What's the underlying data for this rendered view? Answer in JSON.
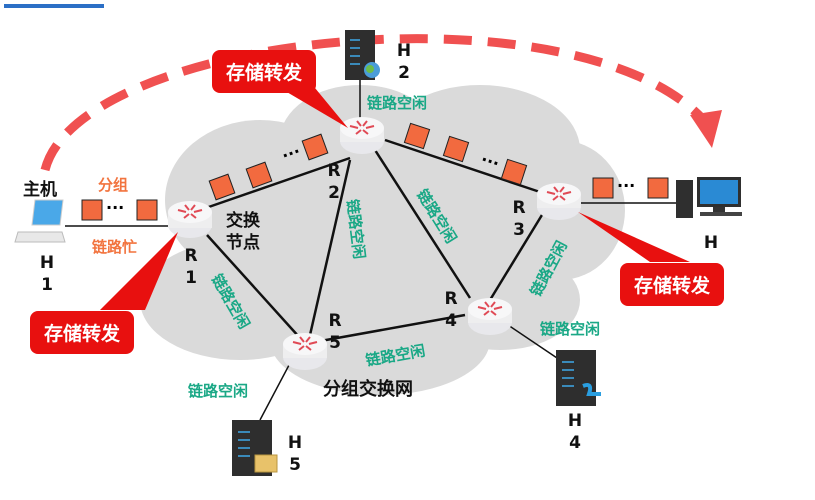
{
  "title_bar_color": "#2b6fc6",
  "colors": {
    "accent_red": "#e8100f",
    "dash_red": "#f05050",
    "packet": "#f26a3f",
    "green_text": "#1aa886",
    "cloud": "#dadada"
  },
  "nodes": {
    "h1": {
      "label_top": "主机",
      "label": "H",
      "num": "1"
    },
    "h2": {
      "label": "H",
      "num": "2"
    },
    "h3": {
      "label": "H"
    },
    "h4": {
      "label": "H",
      "num": "4"
    },
    "h5": {
      "label": "H",
      "num": "5"
    },
    "r1": {
      "label": "R",
      "num": "1",
      "desc_1": "交换",
      "desc_2": "节点"
    },
    "r2": {
      "label": "R",
      "num": "2"
    },
    "r3": {
      "label": "R",
      "num": "3"
    },
    "r4": {
      "label": "R",
      "num": "4"
    },
    "r5": {
      "label": "R",
      "num": "5"
    }
  },
  "labels": {
    "packet": "分组",
    "link_busy": "链路忙",
    "link_idle": "链路空闲",
    "network": "分组交换网",
    "ellipsis": "···"
  },
  "callouts": {
    "store_forward_top": "存储转发",
    "store_forward_left": "存储转发",
    "store_forward_right": "存储转发"
  }
}
